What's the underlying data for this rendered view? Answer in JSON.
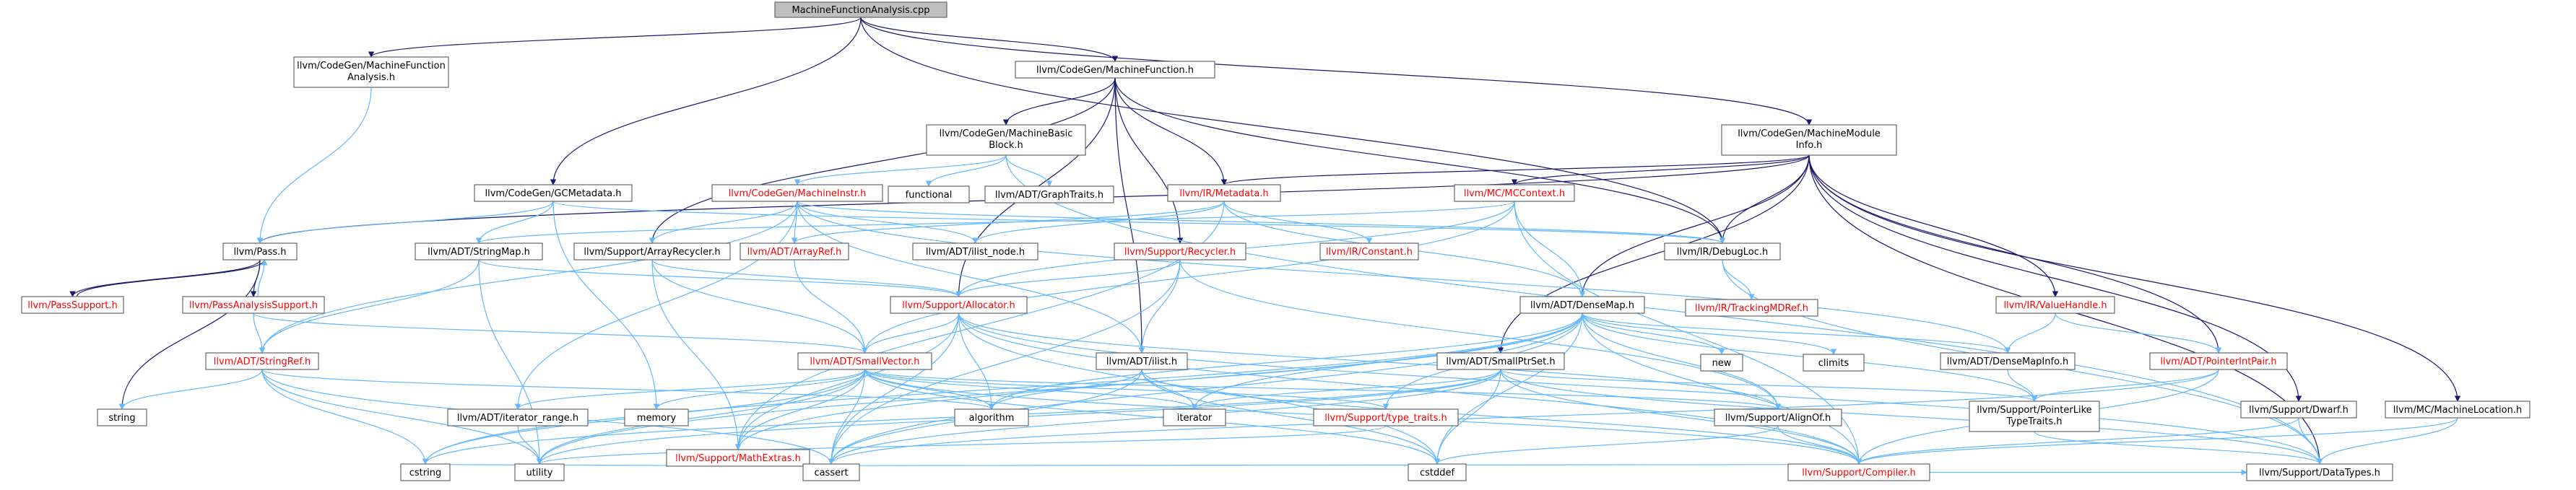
{
  "colors": {
    "edge": "#63b8ff",
    "edge_dark": "#191970",
    "root_fill": "#bfbfbf",
    "node_fill": "#ffffff",
    "node_border": "#666666",
    "text": "#000000",
    "text_unresolved": "#ff0000"
  },
  "graph": {
    "root": "MachineFunctionAnalysis.cpp",
    "nodes": [
      {
        "id": "root",
        "label": "MachineFunctionAnalysis.cpp",
        "kind": "root"
      },
      {
        "id": "mfa_h",
        "label": "llvm/CodeGen/MachineFunction Analysis.h",
        "kind": "link"
      },
      {
        "id": "mf_h",
        "label": "llvm/CodeGen/MachineFunction.h",
        "kind": "link"
      },
      {
        "id": "mmi_h",
        "label": "llvm/CodeGen/MachineModule Info.h",
        "kind": "link"
      },
      {
        "id": "gcm_h",
        "label": "llvm/CodeGen/GCMetadata.h",
        "kind": "link"
      },
      {
        "id": "mbb_h",
        "label": "llvm/CodeGen/MachineBasic Block.h",
        "kind": "link"
      },
      {
        "id": "functional",
        "label": "functional",
        "kind": "plain"
      },
      {
        "id": "graphtraits",
        "label": "llvm/ADT/GraphTraits.h",
        "kind": "link"
      },
      {
        "id": "mi_h",
        "label": "llvm/CodeGen/MachineInstr.h",
        "kind": "missing"
      },
      {
        "id": "metadata_h",
        "label": "llvm/IR/Metadata.h",
        "kind": "missing"
      },
      {
        "id": "mccontext_h",
        "label": "llvm/MC/MCContext.h",
        "kind": "missing"
      },
      {
        "id": "pass_h",
        "label": "llvm/Pass.h",
        "kind": "link"
      },
      {
        "id": "stringmap_h",
        "label": "llvm/ADT/StringMap.h",
        "kind": "link"
      },
      {
        "id": "arrayrecycler_h",
        "label": "llvm/Support/ArrayRecycler.h",
        "kind": "link"
      },
      {
        "id": "arrayref_h",
        "label": "llvm/ADT/ArrayRef.h",
        "kind": "missing"
      },
      {
        "id": "ilistnode_h",
        "label": "llvm/ADT/ilist_node.h",
        "kind": "link"
      },
      {
        "id": "constant_h",
        "label": "llvm/IR/Constant.h",
        "kind": "missing"
      },
      {
        "id": "debugloc_h",
        "label": "llvm/IR/DebugLoc.h",
        "kind": "link"
      },
      {
        "id": "recycler_h",
        "label": "llvm/Support/Recycler.h",
        "kind": "missing"
      },
      {
        "id": "passsupport_h",
        "label": "llvm/PassSupport.h",
        "kind": "missing"
      },
      {
        "id": "passanalysissupport_h",
        "label": "llvm/PassAnalysisSupport.h",
        "kind": "missing"
      },
      {
        "id": "allocator_h",
        "label": "llvm/Support/Allocator.h",
        "kind": "missing"
      },
      {
        "id": "densemap_h",
        "label": "llvm/ADT/DenseMap.h",
        "kind": "link"
      },
      {
        "id": "trackingmdref_h",
        "label": "llvm/IR/TrackingMDRef.h",
        "kind": "missing"
      },
      {
        "id": "valuehandle_h",
        "label": "llvm/IR/ValueHandle.h",
        "kind": "missing"
      },
      {
        "id": "stringref_h",
        "label": "llvm/ADT/StringRef.h",
        "kind": "missing"
      },
      {
        "id": "smallvector_h",
        "label": "llvm/ADT/SmallVector.h",
        "kind": "missing"
      },
      {
        "id": "ilist_h",
        "label": "llvm/ADT/ilist.h",
        "kind": "link"
      },
      {
        "id": "new",
        "label": "new",
        "kind": "plain"
      },
      {
        "id": "climits",
        "label": "climits",
        "kind": "plain"
      },
      {
        "id": "densemapinfo_h",
        "label": "llvm/ADT/DenseMapInfo.h",
        "kind": "link"
      },
      {
        "id": "pointerintpair_h",
        "label": "llvm/ADT/PointerIntPair.h",
        "kind": "missing"
      },
      {
        "id": "smallptrset_h",
        "label": "llvm/ADT/SmallPtrSet.h",
        "kind": "link"
      },
      {
        "id": "string",
        "label": "string",
        "kind": "plain"
      },
      {
        "id": "memory",
        "label": "memory",
        "kind": "plain"
      },
      {
        "id": "iteratorrange_h",
        "label": "llvm/ADT/iterator_range.h",
        "kind": "link"
      },
      {
        "id": "mathextras_h",
        "label": "llvm/Support/MathExtras.h",
        "kind": "missing"
      },
      {
        "id": "algorithm",
        "label": "algorithm",
        "kind": "plain"
      },
      {
        "id": "iterator",
        "label": "iterator",
        "kind": "plain"
      },
      {
        "id": "typetraits_h",
        "label": "llvm/Support/type_traits.h",
        "kind": "missing"
      },
      {
        "id": "alignof_h",
        "label": "llvm/Support/AlignOf.h",
        "kind": "link"
      },
      {
        "id": "ptrliketypetraits_h",
        "label": "llvm/Support/PointerLike TypeTraits.h",
        "kind": "link"
      },
      {
        "id": "dwarf_h",
        "label": "llvm/Support/Dwarf.h",
        "kind": "link"
      },
      {
        "id": "machinelocation_h",
        "label": "llvm/MC/MachineLocation.h",
        "kind": "link"
      },
      {
        "id": "cstring",
        "label": "cstring",
        "kind": "plain"
      },
      {
        "id": "utility",
        "label": "utility",
        "kind": "plain"
      },
      {
        "id": "cassert",
        "label": "cassert",
        "kind": "plain"
      },
      {
        "id": "cstddef",
        "label": "cstddef",
        "kind": "plain"
      },
      {
        "id": "compiler_h",
        "label": "llvm/Support/Compiler.h",
        "kind": "missing"
      },
      {
        "id": "datatypes_h",
        "label": "llvm/Support/DataTypes.h",
        "kind": "link"
      }
    ],
    "edges": [
      [
        "root",
        "mfa_h"
      ],
      [
        "root",
        "mf_h"
      ],
      [
        "root",
        "mmi_h"
      ],
      [
        "root",
        "gcm_h"
      ],
      [
        "root",
        "debugloc_h"
      ],
      [
        "mfa_h",
        "pass_h"
      ],
      [
        "mf_h",
        "mbb_h"
      ],
      [
        "mf_h",
        "metadata_h"
      ],
      [
        "mf_h",
        "arrayrecycler_h"
      ],
      [
        "mf_h",
        "recycler_h"
      ],
      [
        "mf_h",
        "allocator_h"
      ],
      [
        "mf_h",
        "ilist_h"
      ],
      [
        "mf_h",
        "debugloc_h"
      ],
      [
        "mmi_h",
        "pass_h"
      ],
      [
        "mmi_h",
        "metadata_h"
      ],
      [
        "mmi_h",
        "mccontext_h"
      ],
      [
        "mmi_h",
        "debugloc_h"
      ],
      [
        "mmi_h",
        "densemap_h"
      ],
      [
        "mmi_h",
        "valuehandle_h"
      ],
      [
        "mmi_h",
        "pointerintpair_h"
      ],
      [
        "mmi_h",
        "smallptrset_h"
      ],
      [
        "mmi_h",
        "dwarf_h"
      ],
      [
        "mmi_h",
        "machinelocation_h"
      ],
      [
        "mmi_h",
        "datatypes_h"
      ],
      [
        "gcm_h",
        "pass_h"
      ],
      [
        "gcm_h",
        "stringmap_h"
      ],
      [
        "gcm_h",
        "debugloc_h"
      ],
      [
        "gcm_h",
        "memory"
      ],
      [
        "mbb_h",
        "mi_h"
      ],
      [
        "mbb_h",
        "functional"
      ],
      [
        "mbb_h",
        "graphtraits"
      ],
      [
        "mbb_h",
        "datatypes_h"
      ],
      [
        "mi_h",
        "arrayrecycler_h"
      ],
      [
        "mi_h",
        "arrayref_h"
      ],
      [
        "mi_h",
        "ilistnode_h"
      ],
      [
        "mi_h",
        "debugloc_h"
      ],
      [
        "mi_h",
        "densemapinfo_h"
      ],
      [
        "mi_h",
        "stringref_h"
      ],
      [
        "mi_h",
        "iteratorrange_h"
      ],
      [
        "mi_h",
        "ilist_h"
      ],
      [
        "metadata_h",
        "arrayref_h"
      ],
      [
        "metadata_h",
        "constant_h"
      ],
      [
        "metadata_h",
        "densemap_h"
      ],
      [
        "metadata_h",
        "ilistnode_h"
      ],
      [
        "metadata_h",
        "mathextras_h"
      ],
      [
        "mccontext_h",
        "densemap_h"
      ],
      [
        "mccontext_h",
        "stringmap_h"
      ],
      [
        "mccontext_h",
        "allocator_h"
      ],
      [
        "mccontext_h",
        "smallvector_h"
      ],
      [
        "mccontext_h",
        "compiler_h"
      ],
      [
        "pass_h",
        "passsupport_h"
      ],
      [
        "pass_h",
        "passanalysissupport_h"
      ],
      [
        "pass_h",
        "string"
      ],
      [
        "passsupport_h",
        "pass_h"
      ],
      [
        "passanalysissupport_h",
        "pass_h"
      ],
      [
        "passanalysissupport_h",
        "stringref_h"
      ],
      [
        "passanalysissupport_h",
        "smallvector_h"
      ],
      [
        "stringmap_h",
        "allocator_h"
      ],
      [
        "stringmap_h",
        "stringref_h"
      ],
      [
        "stringmap_h",
        "utility"
      ],
      [
        "arrayrecycler_h",
        "allocator_h"
      ],
      [
        "arrayrecycler_h",
        "mathextras_h"
      ],
      [
        "arrayrecycler_h",
        "smallvector_h"
      ],
      [
        "arrayref_h",
        "smallvector_h"
      ],
      [
        "debugloc_h",
        "trackingmdref_h"
      ],
      [
        "debugloc_h",
        "datatypes_h"
      ],
      [
        "recycler_h",
        "allocator_h"
      ],
      [
        "recycler_h",
        "ilist_h"
      ],
      [
        "recycler_h",
        "alignof_h"
      ],
      [
        "recycler_h",
        "cassert"
      ],
      [
        "allocator_h",
        "smallvector_h"
      ],
      [
        "allocator_h",
        "alignof_h"
      ],
      [
        "allocator_h",
        "mathextras_h"
      ],
      [
        "allocator_h",
        "algorithm"
      ],
      [
        "allocator_h",
        "cassert"
      ],
      [
        "allocator_h",
        "cstddef"
      ],
      [
        "allocator_h",
        "datatypes_h"
      ],
      [
        "allocator_h",
        "compiler_h"
      ],
      [
        "densemap_h",
        "densemapinfo_h"
      ],
      [
        "densemap_h",
        "alignof_h"
      ],
      [
        "densemap_h",
        "compiler_h"
      ],
      [
        "densemap_h",
        "mathextras_h"
      ],
      [
        "densemap_h",
        "ptrliketypetraits_h"
      ],
      [
        "densemap_h",
        "typetraits_h"
      ],
      [
        "densemap_h",
        "algorithm"
      ],
      [
        "densemap_h",
        "cassert"
      ],
      [
        "densemap_h",
        "climits"
      ],
      [
        "densemap_h",
        "cstddef"
      ],
      [
        "densemap_h",
        "cstring"
      ],
      [
        "densemap_h",
        "iterator"
      ],
      [
        "densemap_h",
        "new"
      ],
      [
        "densemap_h",
        "utility"
      ],
      [
        "valuehandle_h",
        "densemapinfo_h"
      ],
      [
        "valuehandle_h",
        "pointerintpair_h"
      ],
      [
        "stringref_h",
        "algorithm"
      ],
      [
        "stringref_h",
        "cassert"
      ],
      [
        "stringref_h",
        "cstring"
      ],
      [
        "stringref_h",
        "string"
      ],
      [
        "stringref_h",
        "utility"
      ],
      [
        "smallvector_h",
        "iteratorrange_h"
      ],
      [
        "smallvector_h",
        "alignof_h"
      ],
      [
        "smallvector_h",
        "compiler_h"
      ],
      [
        "smallvector_h",
        "mathextras_h"
      ],
      [
        "smallvector_h",
        "typetraits_h"
      ],
      [
        "smallvector_h",
        "algorithm"
      ],
      [
        "smallvector_h",
        "cassert"
      ],
      [
        "smallvector_h",
        "cstddef"
      ],
      [
        "smallvector_h",
        "cstring"
      ],
      [
        "smallvector_h",
        "iterator"
      ],
      [
        "smallvector_h",
        "memory"
      ],
      [
        "smallvector_h",
        "utility"
      ],
      [
        "ilist_h",
        "algorithm"
      ],
      [
        "ilist_h",
        "cassert"
      ],
      [
        "ilist_h",
        "cstddef"
      ],
      [
        "ilist_h",
        "iterator"
      ],
      [
        "ilist_h",
        "compiler_h"
      ],
      [
        "densemapinfo_h",
        "ptrliketypetraits_h"
      ],
      [
        "pointerintpair_h",
        "ptrliketypetraits_h"
      ],
      [
        "pointerintpair_h",
        "compiler_h"
      ],
      [
        "pointerintpair_h",
        "cassert"
      ],
      [
        "smallptrset_h",
        "compiler_h"
      ],
      [
        "smallptrset_h",
        "datatypes_h"
      ],
      [
        "smallptrset_h",
        "ptrliketypetraits_h"
      ],
      [
        "smallptrset_h",
        "cassert"
      ],
      [
        "smallptrset_h",
        "cstddef"
      ],
      [
        "smallptrset_h",
        "cstring"
      ],
      [
        "smallptrset_h",
        "iterator"
      ],
      [
        "smallptrset_h",
        "utility"
      ],
      [
        "iteratorrange_h",
        "utility"
      ],
      [
        "mathextras_h",
        "compiler_h"
      ],
      [
        "mathextras_h",
        "cassert"
      ],
      [
        "mathextras_h",
        "cstring"
      ],
      [
        "typetraits_h",
        "utility"
      ],
      [
        "alignof_h",
        "compiler_h"
      ],
      [
        "alignof_h",
        "cstddef"
      ],
      [
        "ptrliketypetraits_h",
        "datatypes_h"
      ],
      [
        "dwarf_h",
        "compiler_h"
      ],
      [
        "dwarf_h",
        "datatypes_h"
      ],
      [
        "machinelocation_h",
        "compiler_h"
      ],
      [
        "machinelocation_h",
        "datatypes_h"
      ],
      [
        "compiler_h",
        "datatypes_h"
      ]
    ]
  }
}
